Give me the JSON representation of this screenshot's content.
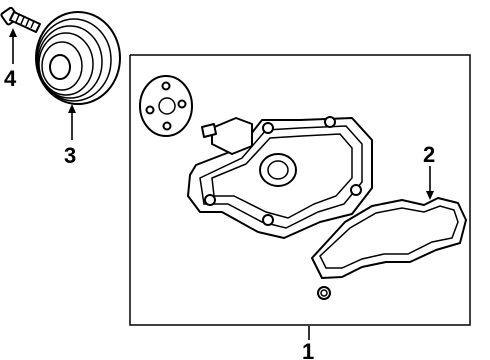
{
  "diagram": {
    "title": "",
    "callouts": [
      {
        "id": "1",
        "label": "1"
      },
      {
        "id": "2",
        "label": "2"
      },
      {
        "id": "3",
        "label": "3"
      },
      {
        "id": "4",
        "label": "4"
      }
    ],
    "parts": [
      {
        "callout": "4",
        "icon": "bolt-icon"
      },
      {
        "callout": "3",
        "icon": "pulley-icon"
      },
      {
        "callout": "1",
        "icon": "water-pump-assembly-icon"
      },
      {
        "callout": "2",
        "icon": "gasket-icon"
      }
    ]
  }
}
